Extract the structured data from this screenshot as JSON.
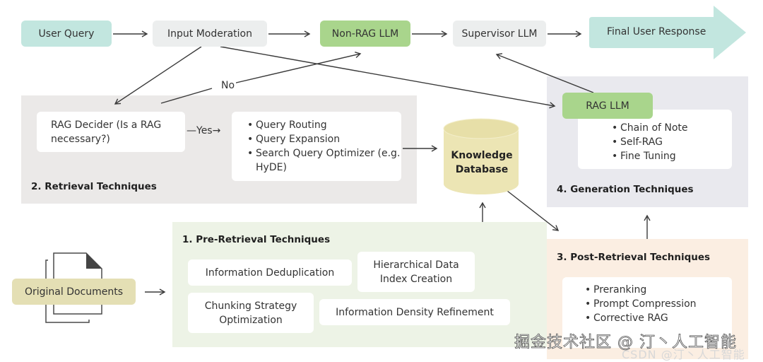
{
  "top_flow": {
    "user_query": "User Query",
    "input_moderation": "Input Moderation",
    "non_rag_llm": "Non-RAG LLM",
    "supervisor_llm": "Supervisor LLM",
    "final_user_response": "Final User Response"
  },
  "edge_labels": {
    "no": "No",
    "yes": "Yes"
  },
  "retrieval": {
    "title": "2. Retrieval Techniques",
    "rag_decider": "RAG Decider (Is a RAG necessary?)",
    "techniques": [
      "Query Routing",
      "Query Expansion",
      "Search Query Optimizer (e.g. HyDE)"
    ]
  },
  "knowledge_database": {
    "line1": "Knowledge",
    "line2": "Database"
  },
  "generation": {
    "title": "4. Generation Techniques",
    "rag_llm": "RAG LLM",
    "techniques": [
      "Chain of Note",
      "Self-RAG",
      "Fine Tuning"
    ]
  },
  "pre_retrieval": {
    "title": "1. Pre-Retrieval Techniques",
    "items": [
      "Information Deduplication",
      "Hierarchical Data Index Creation",
      "Chunking Strategy Optimization",
      "Information Density Refinement"
    ]
  },
  "original_documents": "Original Documents",
  "post_retrieval": {
    "title": "3. Post-Retrieval Techniques",
    "techniques": [
      "Preranking",
      "Prompt Compression",
      "Corrective RAG"
    ]
  },
  "watermarks": {
    "primary": "掘金技术社区 @ 汀丶人工智能",
    "secondary": "CSDN @汀丶人工智能"
  },
  "colors": {
    "teal": "#c2e6df",
    "grey_node": "#eceeee",
    "green": "#a9d58c",
    "retrieval_panel": "#ebe9e8",
    "generation_panel": "#e9e9ee",
    "pre_retrieval_panel": "#edf3e6",
    "post_retrieval_panel": "#fbeee2",
    "database": "#ece5b4",
    "documents_label": "#e4dfb4"
  }
}
